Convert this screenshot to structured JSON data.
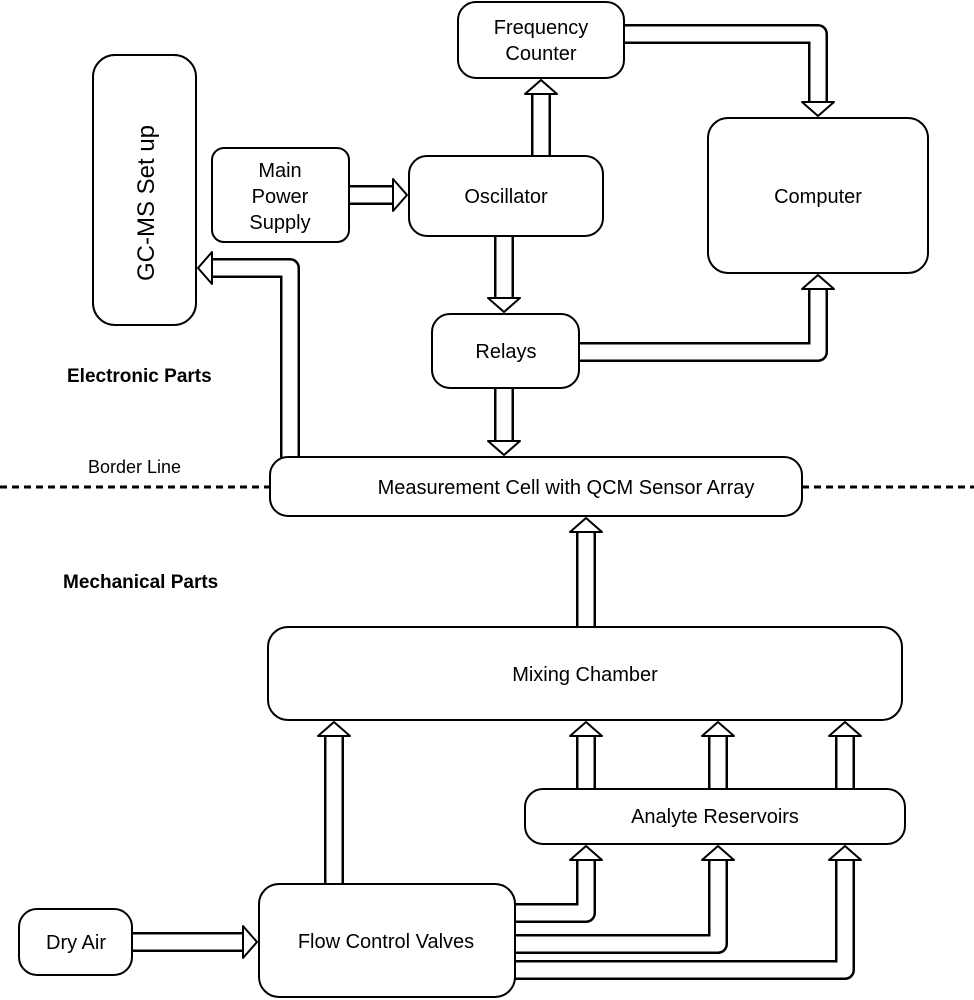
{
  "labels": {
    "frequency_counter": [
      "Frequency",
      "Counter"
    ],
    "gcms": "GC-MS Set up",
    "main_power_supply": [
      "Main",
      "Power",
      "Supply"
    ],
    "oscillator": "Oscillator",
    "computer": "Computer",
    "relays": "Relays",
    "measurement_cell": "Measurement Cell with QCM Sensor Array",
    "mixing_chamber": "Mixing Chamber",
    "analyte_reservoirs": "Analyte Reservoirs",
    "dry_air": "Dry Air",
    "flow_control_valves": "Flow Control Valves"
  },
  "sections": {
    "electronic": "Electronic Parts",
    "border_line": "Border Line",
    "mechanical": "Mechanical Parts"
  },
  "colors": {
    "stroke": "#000000",
    "fill": "#ffffff"
  }
}
